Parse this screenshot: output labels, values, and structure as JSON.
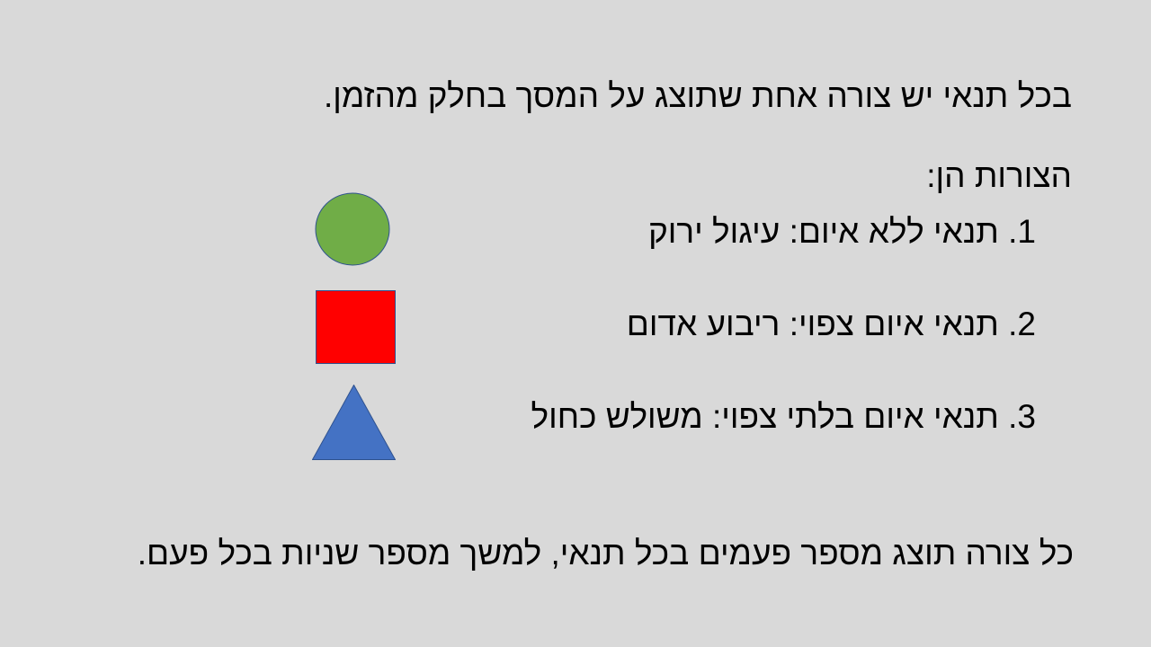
{
  "slide": {
    "intro": "בכל תנאי יש צורה אחת שתוצג על המסך בחלק מהזמן.",
    "shapes_heading": "הצורות הן:",
    "items": [
      {
        "text": "1. תנאי ללא איום: עיגול ירוק",
        "shape": "circle",
        "color": "#70ad47"
      },
      {
        "text": "2. תנאי איום צפוי: ריבוע אדום",
        "shape": "square",
        "color": "#ff0000"
      },
      {
        "text": "3. תנאי איום בלתי צפוי: משולש כחול",
        "shape": "triangle",
        "color": "#4472c4"
      }
    ],
    "footer": "כל צורה תוצג מספר פעמים בכל תנאי, למשך מספר שניות בכל פעם."
  },
  "colors": {
    "background": "#d9d9d9",
    "text": "#000000",
    "shape_outline": "#2f528f"
  }
}
